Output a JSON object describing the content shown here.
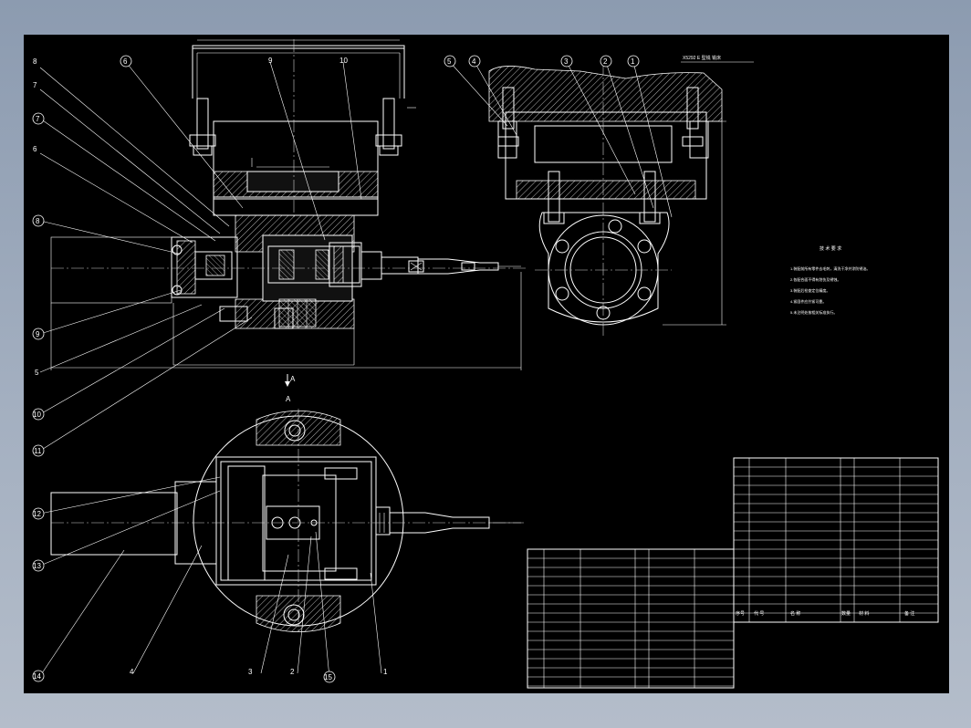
{
  "callouts_left": [
    {
      "id": "c8",
      "text": "8"
    },
    {
      "id": "c7",
      "text": "7"
    },
    {
      "id": "c7b",
      "text": "7"
    },
    {
      "id": "c6b",
      "text": "6"
    },
    {
      "id": "c8b",
      "text": "8"
    },
    {
      "id": "c9",
      "text": "9"
    },
    {
      "id": "c5",
      "text": "5"
    },
    {
      "id": "c10",
      "text": "10"
    },
    {
      "id": "c11",
      "text": "11"
    }
  ],
  "callouts_top": [
    {
      "id": "t6",
      "text": "6"
    },
    {
      "id": "t9",
      "text": "9"
    },
    {
      "id": "t10",
      "text": "10"
    }
  ],
  "callouts_right_view": [
    {
      "id": "r5",
      "text": "5"
    },
    {
      "id": "r4",
      "text": "4"
    },
    {
      "id": "r3",
      "text": "3"
    },
    {
      "id": "r2",
      "text": "2"
    },
    {
      "id": "r1",
      "text": "1"
    }
  ],
  "right_view_note": "X5292 E 型铣 铣床",
  "callouts_bottom": [
    {
      "id": "b12",
      "text": "12"
    },
    {
      "id": "b13",
      "text": "13"
    },
    {
      "id": "b14",
      "text": "14"
    },
    {
      "id": "b4",
      "text": "4"
    },
    {
      "id": "b3",
      "text": "3"
    },
    {
      "id": "b2",
      "text": "2"
    },
    {
      "id": "b15",
      "text": "15"
    },
    {
      "id": "b1",
      "text": "1"
    }
  ],
  "view_label": "A",
  "section_mark": "A",
  "tech_req": {
    "title": "技 术 要 求",
    "lines": [
      "1.装配前所有零件去毛刺，清洗干净并涂防锈油。",
      "2.各配合面不得有划伤及锈蚀。",
      "3.装配后检查定位精度。",
      "4.紧固件应拧紧可靠。",
      "5.未注明处按相关标准执行。"
    ]
  },
  "title_block_header": {
    "seq": "序号",
    "code": "代 号",
    "name": "名 称",
    "qty": "数量",
    "material": "材 料",
    "remark": "备 注"
  },
  "colors": {
    "sheet": "#000000",
    "lines": "#ffffff",
    "background": "#9aa7b8"
  }
}
